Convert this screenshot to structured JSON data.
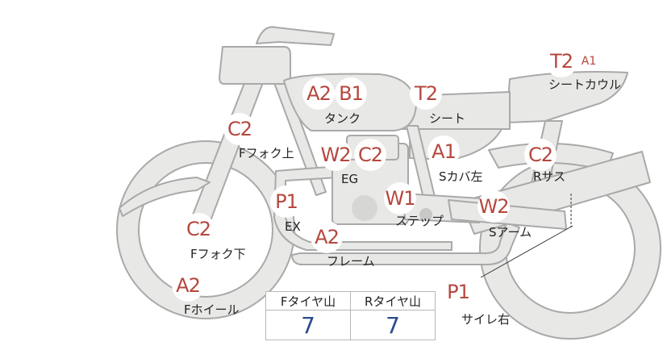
{
  "grades": {
    "seat_cowl_t": "T2",
    "seat_cowl_a": "A1",
    "tank_a": "A2",
    "tank_b": "B1",
    "seat": "T2",
    "f_fork_upper": "C2",
    "eg_w": "W2",
    "eg_c": "C2",
    "s_cover_left": "A1",
    "r_suspension": "C2",
    "ex": "P1",
    "step": "W1",
    "s_arm": "W2",
    "f_fork_lower": "C2",
    "frame": "A2",
    "f_wheel": "A2",
    "silencer_right": "P1"
  },
  "parts": {
    "seat_cowl": "シートカウル",
    "tank": "タンク",
    "seat": "シート",
    "f_fork_upper": "Fフォク上",
    "eg": "EG",
    "s_cover_left": "Sカバ左",
    "r_suspension": "Rサス",
    "ex": "EX",
    "step": "ステップ",
    "s_arm": "Sアーム",
    "f_fork_lower": "Fフォク下",
    "frame": "フレーム",
    "f_wheel": "Fホイール",
    "silencer_right": "サイレ右"
  },
  "tyre_table": {
    "headers": [
      "Fタイヤ山",
      "Rタイヤ山"
    ],
    "values": [
      "7",
      "7"
    ]
  },
  "colors": {
    "body_fill": "#e8e8e6",
    "body_stroke": "#a9a9a9",
    "grade_text": "#b5473e",
    "value_text": "#2d4a8c"
  }
}
